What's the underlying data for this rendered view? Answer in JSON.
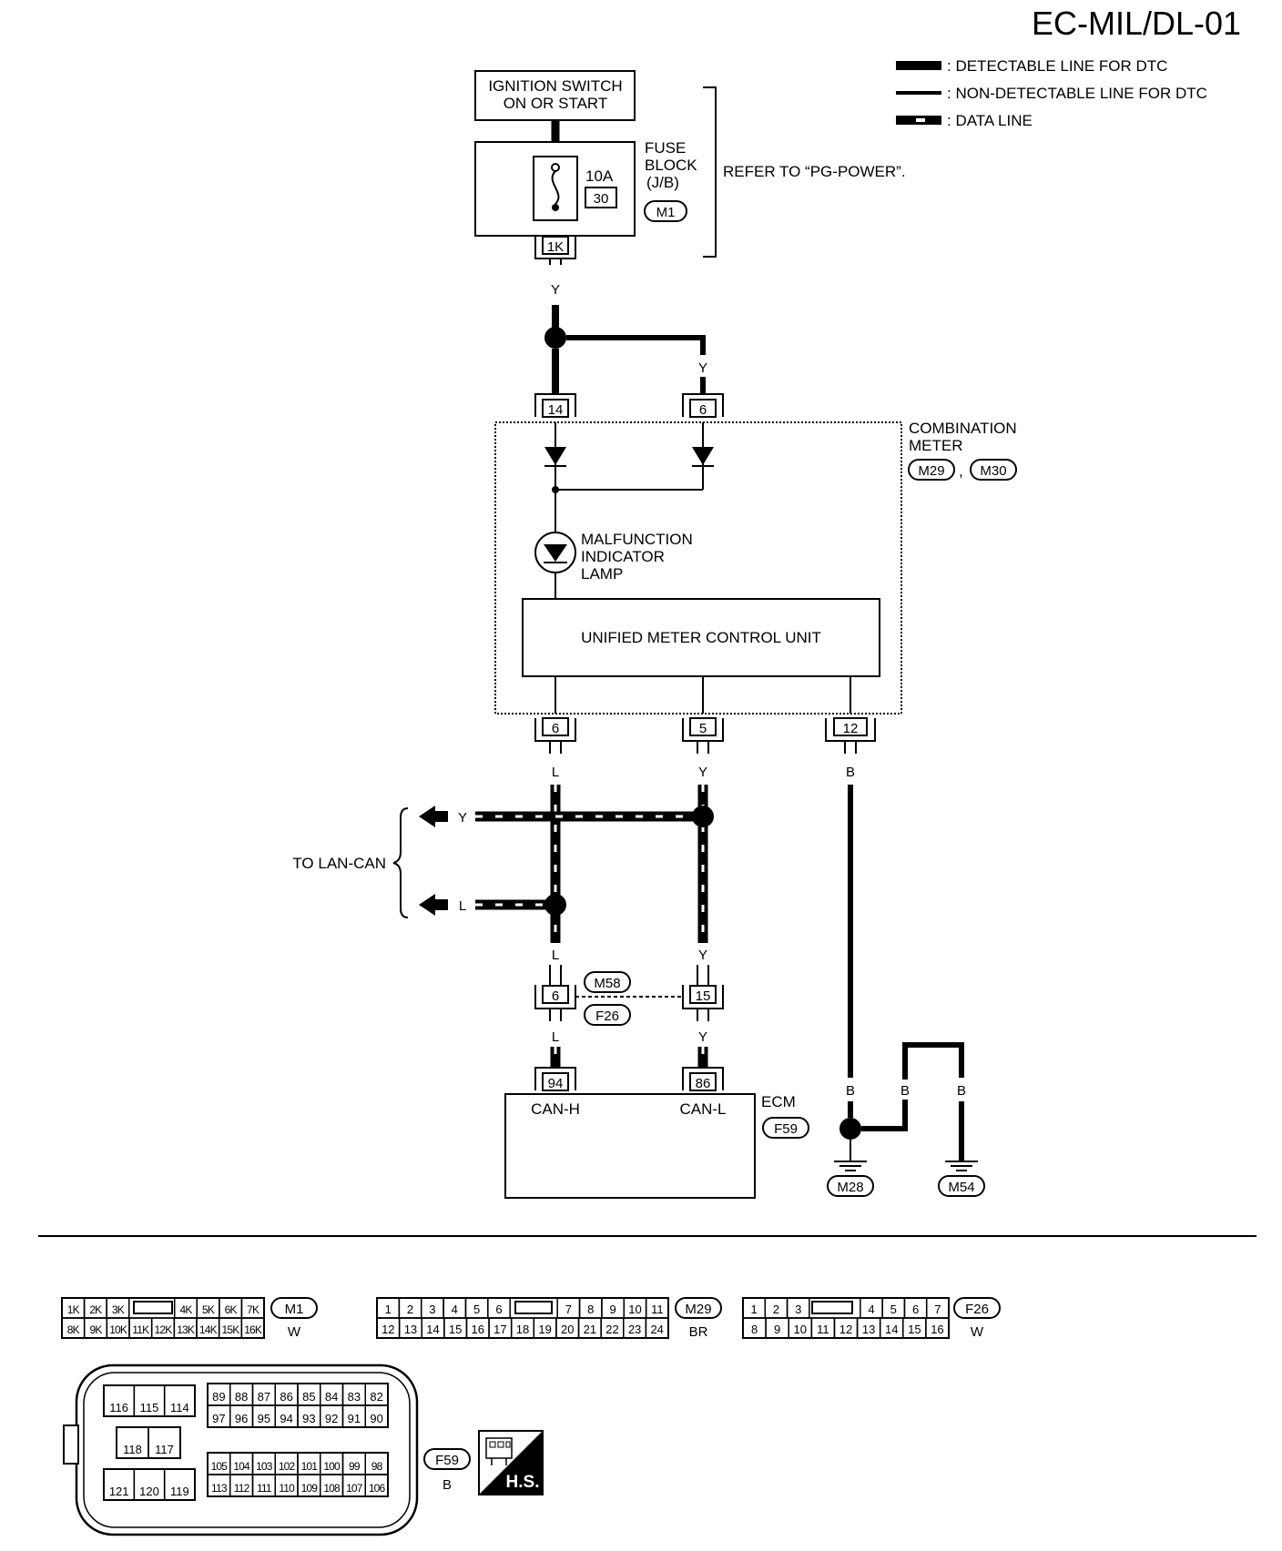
{
  "title": "EC-MIL/DL-01",
  "legend": [
    {
      "type": "detectable",
      "text": ": DETECTABLE LINE FOR DTC"
    },
    {
      "type": "non-detectable",
      "text": ": NON-DETECTABLE LINE FOR DTC"
    },
    {
      "type": "data",
      "text": ": DATA LINE"
    }
  ],
  "ignition_switch": [
    "IGNITION SWITCH",
    "ON OR START"
  ],
  "fuse_block": {
    "label": [
      "FUSE",
      "BLOCK",
      "(J/B)"
    ],
    "rating": "10A",
    "fuse_no": "30",
    "connector": "M1",
    "pin": "1K",
    "refer": "REFER TO “PG-POWER”."
  },
  "combination_meter": {
    "label": [
      "COMBINATION",
      "METER"
    ],
    "connectors": [
      "M29",
      "M30"
    ],
    "sep": ",",
    "input_pins": [
      "14",
      "6"
    ],
    "lamp": [
      "MALFUNCTION",
      "INDICATOR",
      "LAMP"
    ],
    "control_unit": "UNIFIED METER CONTROL UNIT",
    "output_pins": [
      "6",
      "5",
      "12"
    ]
  },
  "wire_colors": {
    "y": "Y",
    "l": "L",
    "b": "B"
  },
  "lan_can": "TO LAN-CAN",
  "joint": {
    "pins": [
      "6",
      "15"
    ],
    "conn_top": "M58",
    "conn_bottom": "F26"
  },
  "ecm": {
    "label": "ECM",
    "connector": "F59",
    "pins": [
      "94",
      "86"
    ],
    "terms": [
      "CAN-H",
      "CAN-L"
    ]
  },
  "grounds": [
    "M28",
    "M54"
  ],
  "connectors_views": {
    "m1": {
      "id": "M1",
      "color": "W",
      "top": [
        "1K",
        "2K",
        "3K",
        "4K",
        "5K",
        "6K",
        "7K"
      ],
      "bottom": [
        "8K",
        "9K",
        "10K",
        "11K",
        "12K",
        "13K",
        "14K",
        "15K",
        "16K"
      ]
    },
    "m29": {
      "id": "M29",
      "color": "BR",
      "top": [
        "1",
        "2",
        "3",
        "4",
        "5",
        "6",
        "7",
        "8",
        "9",
        "10",
        "11"
      ],
      "bottom": [
        "12",
        "13",
        "14",
        "15",
        "16",
        "17",
        "18",
        "19",
        "20",
        "21",
        "22",
        "23",
        "24"
      ]
    },
    "f26": {
      "id": "F26",
      "color": "W",
      "top": [
        "1",
        "2",
        "3",
        "4",
        "5",
        "6",
        "7"
      ],
      "bottom": [
        "8",
        "9",
        "10",
        "11",
        "12",
        "13",
        "14",
        "15",
        "16"
      ]
    },
    "f59": {
      "id": "F59",
      "color": "B",
      "r1": [
        "116",
        "115",
        "114"
      ],
      "r2": [
        "118",
        "117"
      ],
      "r3": [
        "121",
        "120",
        "119"
      ],
      "r4": [
        "89",
        "88",
        "87",
        "86",
        "85",
        "84",
        "83",
        "82"
      ],
      "r5": [
        "97",
        "96",
        "95",
        "94",
        "93",
        "92",
        "91",
        "90"
      ],
      "r6": [
        "105",
        "104",
        "103",
        "102",
        "101",
        "100",
        "99",
        "98"
      ],
      "r7": [
        "113",
        "112",
        "111",
        "110",
        "109",
        "108",
        "107",
        "106"
      ]
    }
  },
  "hs": "H.S."
}
